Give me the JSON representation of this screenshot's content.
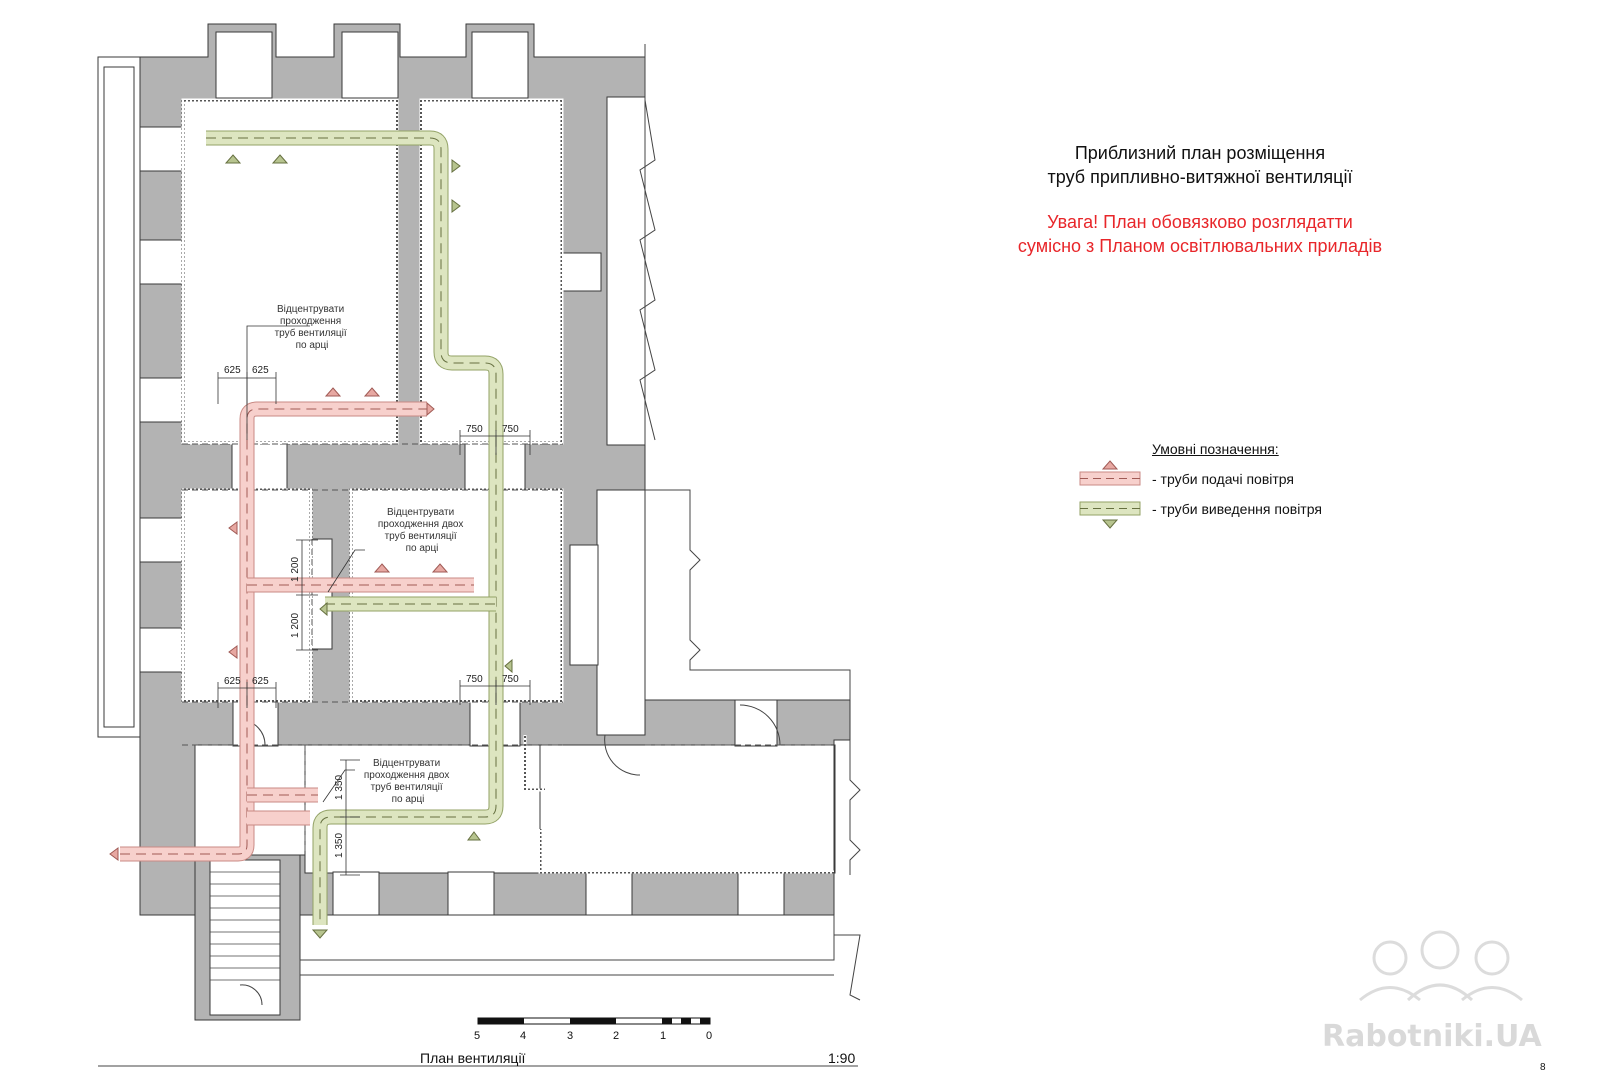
{
  "title_lines": [
    "Приблизний план розміщення",
    "труб припливно-витяжної вентиляції"
  ],
  "warning_lines": [
    "Увага! План обовязково розглядатти",
    "сумісно з Планом освітлювальних приладів"
  ],
  "legend": {
    "heading": "Умовні позначення:",
    "supply": "- труби подачі повітря",
    "exhaust": "- труби виведення повітря"
  },
  "notes": {
    "note1": [
      "Відцентрувати",
      "проходження",
      "труб вентиляції",
      "по арці"
    ],
    "note2": [
      "Відцентрувати",
      "проходження двох",
      "труб вентиляції",
      "по арці"
    ],
    "note3": [
      "Відцентрувати",
      "проходження двох",
      "труб вентиляції",
      "по арці"
    ]
  },
  "dimensions": {
    "d625": "625",
    "d750": "750",
    "d1200": "1 200",
    "d1350": "1 350"
  },
  "scale_bar_labels": [
    "5",
    "4",
    "3",
    "2",
    "1",
    "0"
  ],
  "plan_label": "План вентиляції",
  "scale": "1:90",
  "page_number": "8",
  "watermark": "Rabotniki.UA",
  "colors": {
    "wall": "#b3b3b3",
    "supply_fill": "#f7d0cc",
    "supply_stroke": "#c98a84",
    "exhaust_fill": "#dde5c0",
    "exhaust_stroke": "#93a266",
    "warning": "#e8262a"
  }
}
